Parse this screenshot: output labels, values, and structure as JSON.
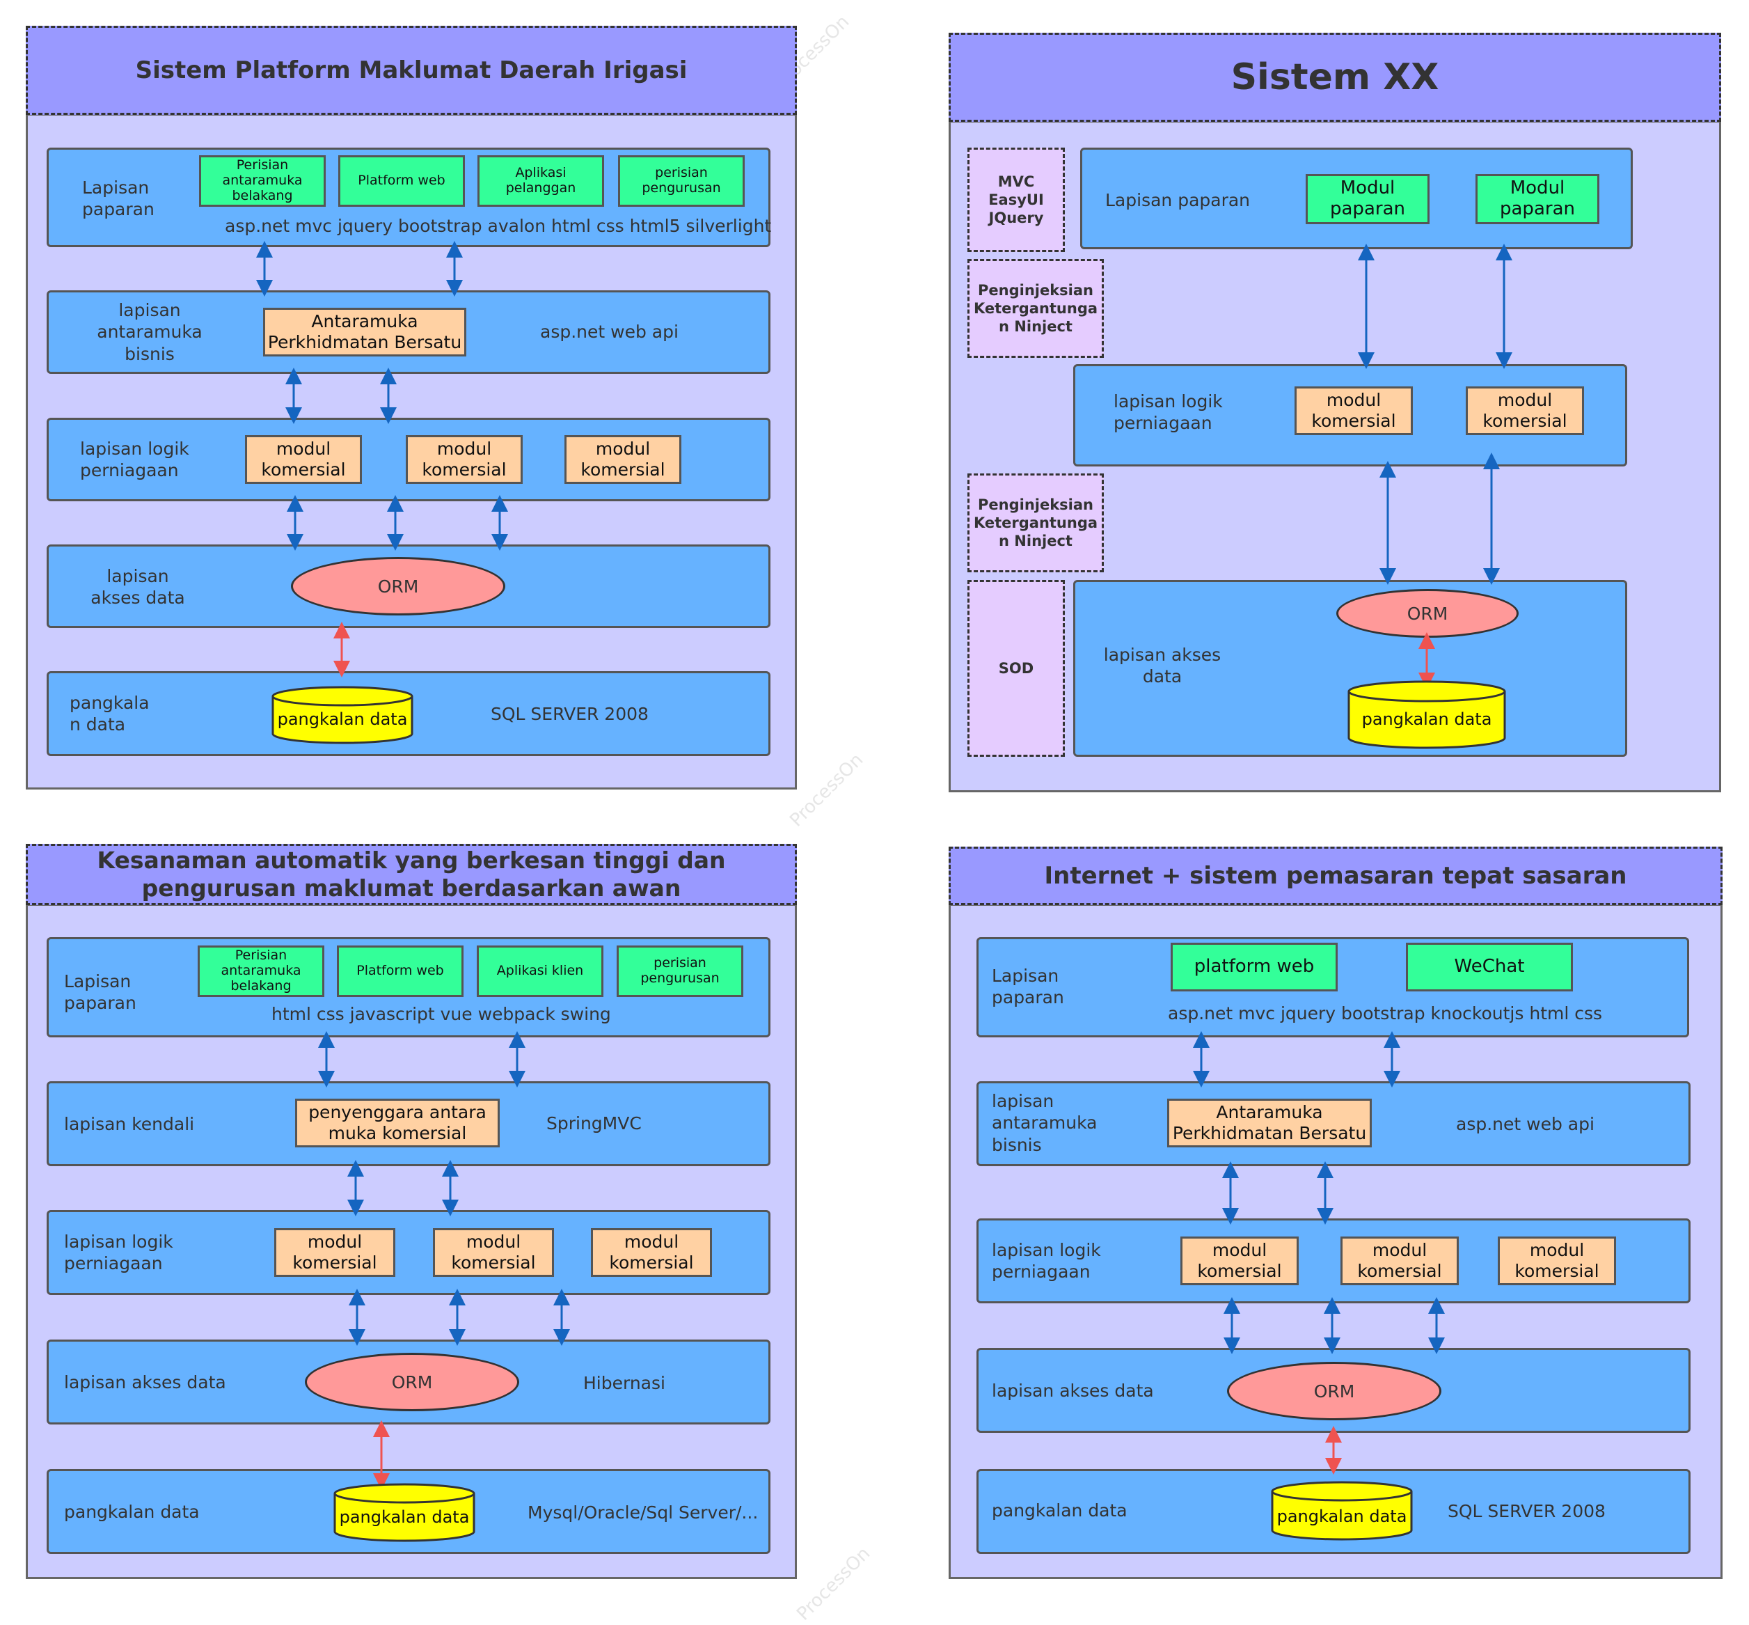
{
  "watermark": "ProcessOn",
  "q1": {
    "title": "Sistem Platform Maklumat Daerah Irigasi",
    "presentation": {
      "label": "Lapisan paparan",
      "modules": [
        "Perisian antaramuka belakang",
        "Platform web",
        "Aplikasi pelanggan",
        "perisian pengurusan"
      ],
      "tech": "asp.net mvc  jquery bootstrap avalon html css html5 silverlight"
    },
    "interface": {
      "label": "lapisan antaramuka bisnis",
      "box": "Antaramuka Perkhidmatan Bersatu",
      "tech": "asp.net web api"
    },
    "logic": {
      "label": "lapisan logik perniagaan",
      "modules": [
        "modul komersial",
        "modul komersial",
        "modul komersial"
      ]
    },
    "access": {
      "label": "lapisan akses data",
      "orm": "ORM"
    },
    "db": {
      "label": "pangkala n data",
      "cylinder": "pangkalan data",
      "tech": "SQL SERVER 2008"
    }
  },
  "q2": {
    "title": "Sistem XX",
    "side": [
      "MVC EasyUI JQuery",
      "Penginjeksian Ketergantunga n Ninject",
      "Penginjeksian Ketergantunga n Ninject",
      "SOD"
    ],
    "presentation": {
      "label": "Lapisan paparan",
      "modules": [
        "Modul paparan",
        "Modul paparan"
      ]
    },
    "logic": {
      "label": "lapisan logik perniagaan",
      "modules": [
        "modul komersial",
        "modul komersial"
      ]
    },
    "access": {
      "label": "lapisan akses data",
      "orm": "ORM",
      "cylinder": "pangkalan data"
    }
  },
  "q3": {
    "title": "Kesanaman automatik yang berkesan tinggi dan pengurusan maklumat berdasarkan awan",
    "presentation": {
      "label": "Lapisan paparan",
      "modules": [
        "Perisian antaramuka belakang",
        "Platform web",
        "Aplikasi klien",
        "perisian pengurusan"
      ],
      "tech": "html css javascript vue webpack swing"
    },
    "control": {
      "label": "lapisan kendali",
      "box": "penyenggara antara muka komersial",
      "tech": "SpringMVC"
    },
    "logic": {
      "label": "lapisan logik perniagaan",
      "modules": [
        "modul komersial",
        "modul komersial",
        "modul komersial"
      ]
    },
    "access": {
      "label": "lapisan akses data",
      "orm": "ORM",
      "tech": "Hibernasi"
    },
    "db": {
      "label": "pangkalan data",
      "cylinder": "pangkalan data",
      "tech": "Mysql/Oracle/Sql Server/..."
    }
  },
  "q4": {
    "title": "Internet + sistem pemasaran tepat sasaran",
    "presentation": {
      "label": "Lapisan paparan",
      "modules": [
        "platform web",
        "WeChat"
      ],
      "tech": "asp.net mvc  jquery bootstrap knockoutjs html css"
    },
    "interface": {
      "label": "lapisan antaramuka bisnis",
      "box": "Antaramuka Perkhidmatan Bersatu",
      "tech": "asp.net web api"
    },
    "logic": {
      "label": "lapisan logik perniagaan",
      "modules": [
        "modul komersial",
        "modul komersial",
        "modul komersial"
      ]
    },
    "access": {
      "label": "lapisan akses data",
      "orm": "ORM"
    },
    "db": {
      "label": "pangkalan data",
      "cylinder": "pangkalan data",
      "tech": "SQL SERVER 2008"
    }
  },
  "colors": {
    "title": "#9999ff",
    "outer": "#ccccff",
    "layer": "#66b2ff",
    "module": "#33ff99",
    "business": "#ffd1a3",
    "orm": "#ff9999",
    "db": "#ffff00",
    "side": "#e5ccff",
    "arrow": "#1565c0",
    "arrow_red": "#ef5350"
  }
}
